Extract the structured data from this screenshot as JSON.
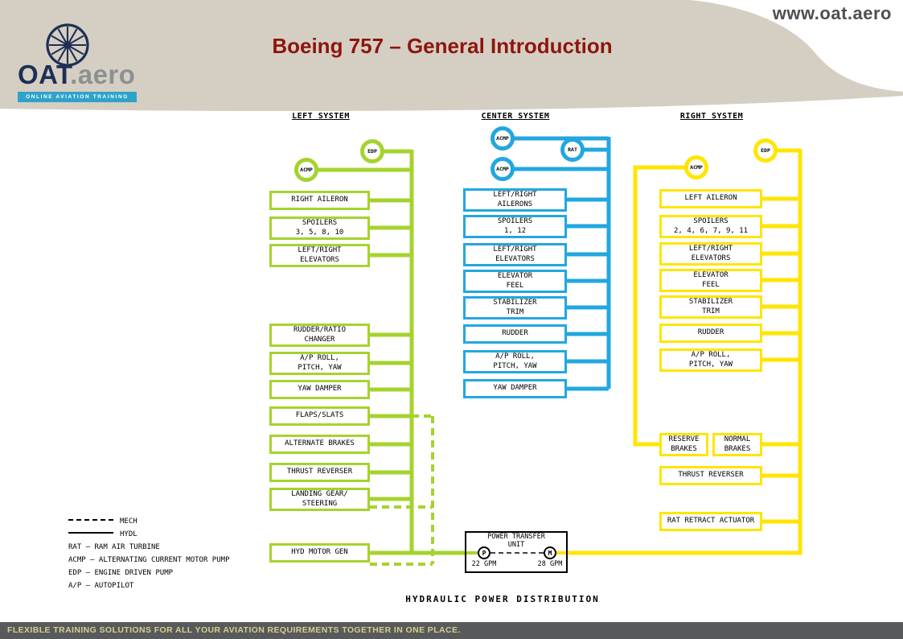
{
  "header": {
    "website": "www.oat.aero",
    "title": "Boeing 757 – General Introduction",
    "logo": {
      "brand": "OAT",
      "suffix": ".aero",
      "tagline": "ONLINE AVIATION TRAINING"
    },
    "colors": {
      "band": "#d5cfc3",
      "title": "#8e1410",
      "tagline_bar": "#2ea3c9",
      "brand_navy": "#1e2f55"
    }
  },
  "systems": {
    "left": {
      "title": "LEFT SYSTEM",
      "color": "#a5d32e",
      "pumps": {
        "edp": "EDP",
        "acmp": "ACMP"
      },
      "boxes": [
        "RIGHT AILERON",
        "SPOILERS\n3, 5, 8, 10",
        "LEFT/RIGHT\nELEVATORS",
        "RUDDER/RATIO\nCHANGER",
        "A/P ROLL,\nPITCH, YAW",
        "YAW DAMPER",
        "FLAPS/SLATS",
        "ALTERNATE BRAKES",
        "THRUST REVERSER",
        "LANDING GEAR/\nSTEERING",
        "HYD MOTOR GEN"
      ]
    },
    "center": {
      "title": "CENTER SYSTEM",
      "color": "#22a7e0",
      "pumps": {
        "acmp1": "ACMP",
        "rat": "RAT",
        "acmp2": "ACMP"
      },
      "boxes": [
        "LEFT/RIGHT\nAILERONS",
        "SPOILERS\n1, 12",
        "LEFT/RIGHT\nELEVATORS",
        "ELEVATOR\nFEEL",
        "STABILIZER\nTRIM",
        "RUDDER",
        "A/P ROLL,\nPITCH, YAW",
        "YAW DAMPER"
      ]
    },
    "right": {
      "title": "RIGHT SYSTEM",
      "color": "#ffe500",
      "pumps": {
        "edp": "EDP",
        "acmp": "ACMP"
      },
      "boxes": [
        "LEFT AILERON",
        "SPOILERS\n2, 4, 6, 7, 9, 11",
        "LEFT/RIGHT\nELEVATORS",
        "ELEVATOR\nFEEL",
        "STABILIZER\nTRIM",
        "RUDDER",
        "A/P ROLL,\nPITCH, YAW",
        "RESERVE\nBRAKES",
        "NORMAL\nBRAKES",
        "THRUST REVERSER",
        "RAT RETRACT ACTUATOR"
      ]
    }
  },
  "ptu": {
    "title": "POWER TRANSFER\nUNIT",
    "pump": "P",
    "motor": "M",
    "flow_left": "22 GPM",
    "flow_right": "28 GPM"
  },
  "legend": {
    "mech_label": "MECH",
    "hydl_label": "HYDL",
    "abbreviations": [
      "RAT – RAM AIR TURBINE",
      "ACMP – ALTERNATING CURRENT MOTOR PUMP",
      "EDP – ENGINE DRIVEN PUMP",
      "A/P – AUTOPILOT"
    ]
  },
  "caption": "HYDRAULIC POWER DISTRIBUTION",
  "footer": {
    "text": "FLEXIBLE TRAINING SOLUTIONS FOR ALL YOUR AVIATION REQUIREMENTS TOGETHER IN ONE PLACE.",
    "bg": "#58595b",
    "fg": "#d6cf8f"
  }
}
